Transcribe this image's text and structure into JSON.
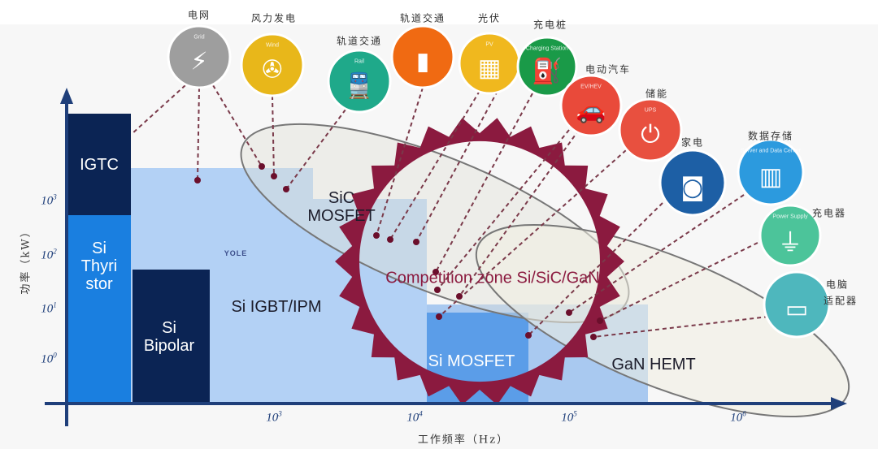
{
  "axes": {
    "y_label": "功率（kW）",
    "x_label": "工作频率（Hz）",
    "y_ticks": [
      {
        "base": "10",
        "exp": "0"
      },
      {
        "base": "10",
        "exp": "1"
      },
      {
        "base": "10",
        "exp": "2"
      },
      {
        "base": "10",
        "exp": "3"
      }
    ],
    "x_ticks": [
      {
        "base": "10",
        "exp": "3"
      },
      {
        "base": "10",
        "exp": "4"
      },
      {
        "base": "10",
        "exp": "5"
      },
      {
        "base": "10",
        "exp": "6"
      }
    ]
  },
  "regions": {
    "igtc": "IGTC",
    "thyristor": [
      "Si",
      "Thyri",
      "stor"
    ],
    "bipolar": [
      "Si",
      "Bipolar"
    ],
    "igbt": "Si IGBT/IPM",
    "sic": [
      "SiC",
      "MOSFET"
    ],
    "si_mosfet": "Si MOSFET",
    "gan": "GaN HEMT",
    "competition": "Competition zone Si/SiC/GaN"
  },
  "logo": "YOLE",
  "applications": [
    {
      "label": "电网",
      "icon_text": "Grid",
      "color": "#9e9e9e"
    },
    {
      "label": "风力发电",
      "icon_text": "Wind",
      "color": "#e8b71a"
    },
    {
      "label": "轨道交通",
      "icon_text": "Rail",
      "color": "#1fa98a"
    },
    {
      "label": "轨道交通",
      "icon_text": "",
      "color": "#f06a12"
    },
    {
      "label": "光伏",
      "icon_text": "PV",
      "color": "#f0b81e"
    },
    {
      "label": "充电桩",
      "icon_text": "Charging Station",
      "color": "#1a9a48"
    },
    {
      "label": "电动汽车",
      "icon_text": "EV/HEV",
      "color": "#e94a3a"
    },
    {
      "label": "储能",
      "icon_text": "UPS",
      "color": "#e8503f"
    },
    {
      "label": "家电",
      "icon_text": "",
      "color": "#1d5fa5"
    },
    {
      "label": "数据存储",
      "icon_text": "Server and Data Center",
      "color": "#2c9ade"
    },
    {
      "label": "充电器",
      "icon_text": "Power Supply",
      "color": "#4cc49a"
    },
    {
      "label": "电脑",
      "label2": "适配器",
      "icon_text": "",
      "color": "#4eb7bd"
    }
  ],
  "colors": {
    "navy": "#0b2454",
    "blue": "#1a7fe0",
    "light": "#b3d1f5",
    "mosfet": "#5b9de8",
    "maroon": "#8b1a3f"
  }
}
